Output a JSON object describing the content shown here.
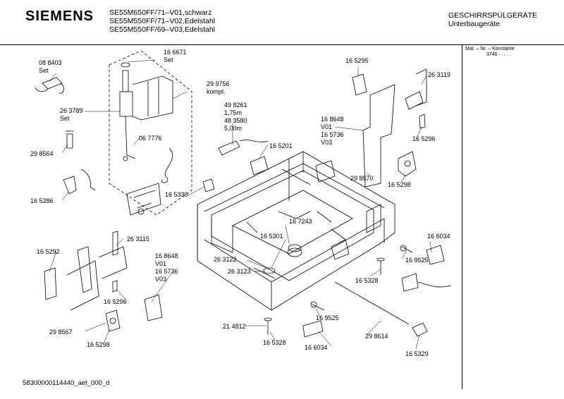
{
  "header": {
    "brand": "SIEMENS",
    "models": [
      "SE55M650FF/71–V01,schwarz",
      "SE55M550FF/71–V02,Edelstahl",
      "SE55M550FF/69–V03,Edelstahl"
    ],
    "category": "GESCHIRRSPÜLGERÄTE",
    "subcategory": "Unterbaugeräte"
  },
  "material_box": {
    "header": "Mat. – Nr. – Konstante",
    "value": "3740  .  .  .  .  ."
  },
  "footer": {
    "document_id": "58300000114440_aet_000_d"
  },
  "labels": [
    {
      "id": "l1",
      "lines": [
        "08 8403",
        "Set"
      ]
    },
    {
      "id": "l2",
      "lines": [
        "16 6671",
        "Set"
      ]
    },
    {
      "id": "l3",
      "lines": [
        "29 9756",
        "kompl."
      ]
    },
    {
      "id": "l4",
      "lines": [
        "26 3789",
        "Set"
      ]
    },
    {
      "id": "l5",
      "lines": [
        "29 8564"
      ]
    },
    {
      "id": "l6",
      "lines": [
        "06 7776"
      ]
    },
    {
      "id": "l7",
      "lines": [
        "16 5286"
      ]
    },
    {
      "id": "l8",
      "lines": [
        "49 8261",
        "1,75m",
        "48 3580",
        "5,00m"
      ]
    },
    {
      "id": "l9",
      "lines": [
        "16 5201"
      ]
    },
    {
      "id": "l10",
      "lines": [
        "16 5330"
      ]
    },
    {
      "id": "l11",
      "lines": [
        "16 5295"
      ]
    },
    {
      "id": "l12",
      "lines": [
        "26 3119"
      ]
    },
    {
      "id": "l13",
      "lines": [
        "16 8648",
        "V01",
        "16 5736",
        "V03"
      ]
    },
    {
      "id": "l14",
      "lines": [
        "16 5296"
      ]
    },
    {
      "id": "l15",
      "lines": [
        "29 8570"
      ]
    },
    {
      "id": "l16",
      "lines": [
        "16 5298"
      ]
    },
    {
      "id": "l17",
      "lines": [
        "16 5292"
      ]
    },
    {
      "id": "l18",
      "lines": [
        "26 3115"
      ]
    },
    {
      "id": "l19",
      "lines": [
        "16 8648",
        "V01",
        "16 5736",
        "V03"
      ]
    },
    {
      "id": "l20",
      "lines": [
        "16 5296"
      ]
    },
    {
      "id": "l21",
      "lines": [
        "29 8567"
      ]
    },
    {
      "id": "l22",
      "lines": [
        "16 5298"
      ]
    },
    {
      "id": "l23",
      "lines": [
        "16 7243"
      ]
    },
    {
      "id": "l24",
      "lines": [
        "16 5301"
      ]
    },
    {
      "id": "l25",
      "lines": [
        "26 3122"
      ]
    },
    {
      "id": "l26",
      "lines": [
        "26 3123"
      ]
    },
    {
      "id": "l27",
      "lines": [
        "16 6034"
      ]
    },
    {
      "id": "l28",
      "lines": [
        "16 9525"
      ]
    },
    {
      "id": "l29",
      "lines": [
        "16 5328"
      ]
    },
    {
      "id": "l30",
      "lines": [
        "21 4812"
      ]
    },
    {
      "id": "l31",
      "lines": [
        "16 9525"
      ]
    },
    {
      "id": "l32",
      "lines": [
        "16 5328"
      ]
    },
    {
      "id": "l33",
      "lines": [
        "16 6034"
      ]
    },
    {
      "id": "l34",
      "lines": [
        "29 8614"
      ]
    },
    {
      "id": "l35",
      "lines": [
        "16 5329"
      ]
    }
  ]
}
